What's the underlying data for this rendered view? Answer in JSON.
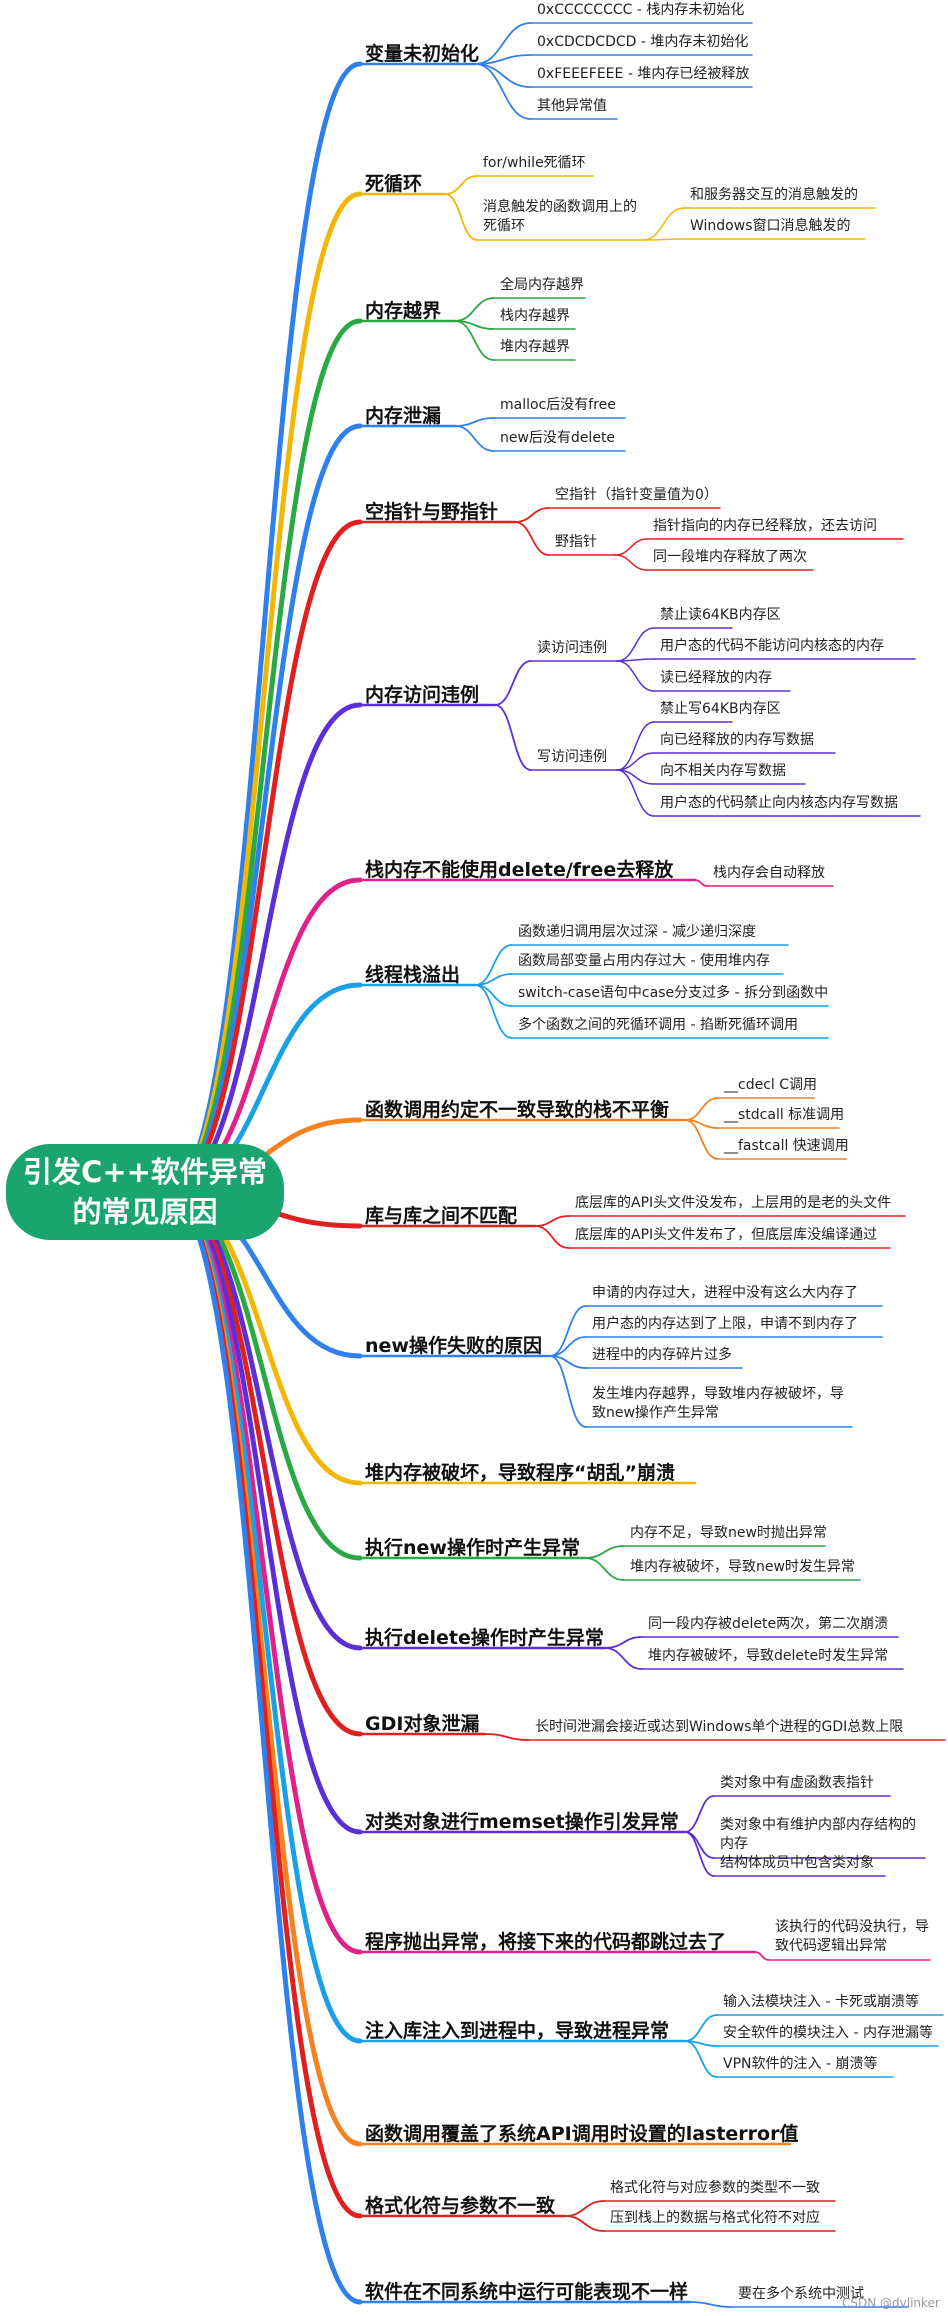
{
  "root": "引发C++软件异常的常见原因",
  "watermark": "CSDN @dvlinker",
  "colors": {
    "root_bg": "#1aa56f",
    "blue": "#2f80ed",
    "yellow": "#f2b705",
    "green": "#2aa843",
    "red": "#e02020",
    "purple": "#5b2fd6",
    "magenta": "#e0218a",
    "sky": "#1aa0e6",
    "orange": "#f58220"
  },
  "topics": [
    {
      "label": "变量未初始化",
      "color": "blue",
      "items": [
        {
          "label": "0xCCCCCCCC - 栈内存未初始化"
        },
        {
          "label": "0xCDCDCDCD - 堆内存未初始化"
        },
        {
          "label": "0xFEEEFEEE - 堆内存已经被释放"
        },
        {
          "label": "其他异常值"
        }
      ]
    },
    {
      "label": "死循环",
      "color": "yellow",
      "items": [
        {
          "label": "for/while死循环"
        },
        {
          "label": "消息触发的函数调用上的死循环",
          "items": [
            {
              "label": "和服务器交互的消息触发的"
            },
            {
              "label": "Windows窗口消息触发的"
            }
          ]
        }
      ]
    },
    {
      "label": "内存越界",
      "color": "green",
      "items": [
        {
          "label": "全局内存越界"
        },
        {
          "label": "栈内存越界"
        },
        {
          "label": "堆内存越界"
        }
      ]
    },
    {
      "label": "内存泄漏",
      "color": "blue",
      "items": [
        {
          "label": "malloc后没有free"
        },
        {
          "label": "new后没有delete"
        }
      ]
    },
    {
      "label": "空指针与野指针",
      "color": "red",
      "items": [
        {
          "label": "空指针（指针变量值为0）"
        },
        {
          "label": "野指针",
          "items": [
            {
              "label": "指针指向的内存已经释放，还去访问"
            },
            {
              "label": "同一段堆内存释放了两次"
            }
          ]
        }
      ]
    },
    {
      "label": "内存访问违例",
      "color": "purple",
      "items": [
        {
          "label": "读访问违例",
          "items": [
            {
              "label": "禁止读64KB内存区"
            },
            {
              "label": "用户态的代码不能访问内核态的内存"
            },
            {
              "label": "读已经释放的内存"
            }
          ]
        },
        {
          "label": "写访问违例",
          "items": [
            {
              "label": "禁止写64KB内存区"
            },
            {
              "label": "向已经释放的内存写数据"
            },
            {
              "label": "向不相关内存写数据"
            },
            {
              "label": "用户态的代码禁止向内核态内存写数据"
            }
          ]
        }
      ]
    },
    {
      "label": "栈内存不能使用delete/free去释放",
      "color": "magenta",
      "items": [
        {
          "label": "栈内存会自动释放"
        }
      ]
    },
    {
      "label": "线程栈溢出",
      "color": "sky",
      "items": [
        {
          "label": "函数递归调用层次过深 - 减少递归深度"
        },
        {
          "label": "函数局部变量占用内存过大 - 使用堆内存"
        },
        {
          "label": "switch-case语句中case分支过多 - 拆分到函数中"
        },
        {
          "label": "多个函数之间的死循环调用 - 掐断死循环调用"
        }
      ]
    },
    {
      "label": "函数调用约定不一致导致的栈不平衡",
      "color": "orange",
      "items": [
        {
          "label": "__cdecl C调用"
        },
        {
          "label": "__stdcall 标准调用"
        },
        {
          "label": "__fastcall 快速调用"
        }
      ]
    },
    {
      "label": "库与库之间不匹配",
      "color": "red",
      "items": [
        {
          "label": "底层库的API头文件没发布，上层用的是老的头文件"
        },
        {
          "label": "底层库的API头文件发布了，但底层库没编译通过"
        }
      ]
    },
    {
      "label": "new操作失败的原因",
      "color": "blue",
      "items": [
        {
          "label": "申请的内存过大，进程中没有这么大内存了"
        },
        {
          "label": "用户态的内存达到了上限，申请不到内存了"
        },
        {
          "label": "进程中的内存碎片过多"
        },
        {
          "label": "发生堆内存越界，导致堆内存被破坏，导致new操作产生异常"
        }
      ]
    },
    {
      "label": "堆内存被破坏，导致程序“胡乱”崩溃",
      "color": "yellow",
      "items": []
    },
    {
      "label": "执行new操作时产生异常",
      "color": "green",
      "items": [
        {
          "label": "内存不足，导致new时抛出异常"
        },
        {
          "label": "堆内存被破坏，导致new时发生异常"
        }
      ]
    },
    {
      "label": "执行delete操作时产生异常",
      "color": "purple",
      "items": [
        {
          "label": "同一段内存被delete两次，第二次崩溃"
        },
        {
          "label": "堆内存被破坏，导致delete时发生异常"
        }
      ]
    },
    {
      "label": "GDI对象泄漏",
      "color": "red",
      "items": [
        {
          "label": "长时间泄漏会接近或达到Windows单个进程的GDI总数上限"
        }
      ]
    },
    {
      "label": "对类对象进行memset操作引发异常",
      "color": "purple",
      "items": [
        {
          "label": "类对象中有虚函数表指针"
        },
        {
          "label": "类对象中有维护内部内存结构的内存"
        },
        {
          "label": "结构体成员中包含类对象"
        }
      ]
    },
    {
      "label": "程序抛出异常，将接下来的代码都跳过去了",
      "color": "magenta",
      "items": [
        {
          "label": "该执行的代码没执行，导致代码逻辑出异常"
        }
      ]
    },
    {
      "label": "注入库注入到进程中，导致进程异常",
      "color": "sky",
      "items": [
        {
          "label": "输入法模块注入 - 卡死或崩溃等"
        },
        {
          "label": "安全软件的模块注入 - 内存泄漏等"
        },
        {
          "label": "VPN软件的注入 - 崩溃等"
        }
      ]
    },
    {
      "label": "函数调用覆盖了系统API调用时设置的lasterror值",
      "color": "orange",
      "items": []
    },
    {
      "label": "格式化符与参数不一致",
      "color": "red",
      "items": [
        {
          "label": "格式化符与对应参数的类型不一致"
        },
        {
          "label": "压到栈上的数据与格式化符不对应"
        }
      ]
    },
    {
      "label": "软件在不同系统中运行可能表现不一样",
      "color": "blue",
      "items": [
        {
          "label": "要在多个系统中测试"
        }
      ]
    }
  ]
}
